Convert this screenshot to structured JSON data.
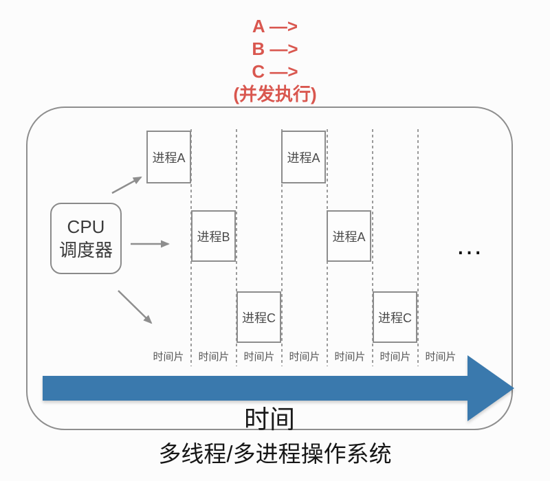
{
  "annotation": {
    "lines": [
      "A —>",
      "B —>",
      "C —>",
      "(并发执行)"
    ],
    "color": "#d9574f"
  },
  "scheduler": {
    "line1": "CPU",
    "line2": "调度器"
  },
  "processes": [
    {
      "label": "进程A",
      "slice": 1,
      "row": 1
    },
    {
      "label": "进程B",
      "slice": 2,
      "row": 2
    },
    {
      "label": "进程C",
      "slice": 3,
      "row": 3
    },
    {
      "label": "进程A",
      "slice": 4,
      "row": 1
    },
    {
      "label": "进程A",
      "slice": 5,
      "row": 2
    },
    {
      "label": "进程C",
      "slice": 6,
      "row": 3
    }
  ],
  "ellipsis": "…",
  "time_slices": [
    "时间片",
    "时间片",
    "时间片",
    "时间片",
    "时间片",
    "时间片",
    "时间片"
  ],
  "time_arrow": {
    "label": "时间",
    "color": "#3a79ad"
  },
  "caption": "多线程/多进程操作系统"
}
